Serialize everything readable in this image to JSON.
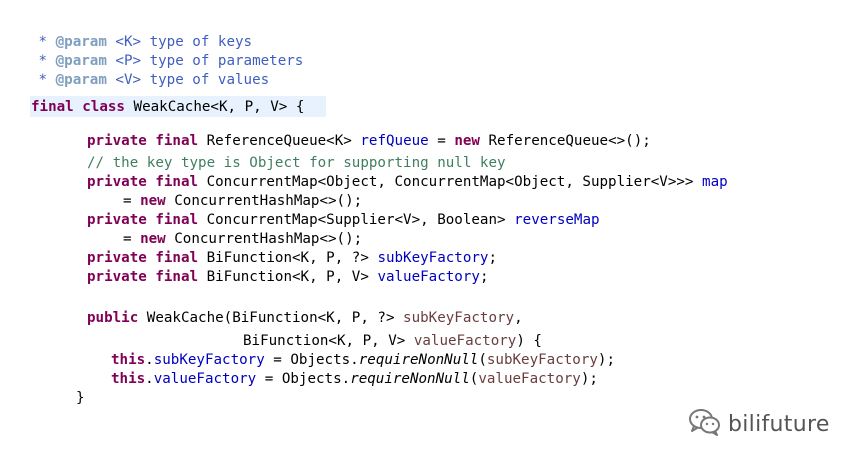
{
  "code": {
    "l1": {
      "star": " * ",
      "tag": "@param",
      "rest": " <K> type of keys"
    },
    "l2": {
      "star": " * ",
      "tag": "@param",
      "rest": " <P> type of parameters"
    },
    "l3": {
      "star": " * ",
      "tag": "@param",
      "rest": " <V> type of values"
    },
    "l4": {
      "kw1": "final",
      "kw2": "class",
      "rest": " WeakCache<K, P, V> {"
    },
    "l5": {
      "kw1": "private",
      "kw2": "final",
      "type": " ReferenceQueue<K> ",
      "field": "refQueue",
      "eq": " = ",
      "kw3": "new",
      "rest": " ReferenceQueue<>();"
    },
    "l6": {
      "comment": "// the key type is Object for supporting null key"
    },
    "l7": {
      "kw1": "private",
      "kw2": "final",
      "type": " ConcurrentMap<Object, ConcurrentMap<Object, Supplier<V>>> ",
      "field": "map"
    },
    "l8": {
      "eq": "= ",
      "kw3": "new",
      "rest": " ConcurrentHashMap<>();"
    },
    "l9": {
      "kw1": "private",
      "kw2": "final",
      "type": " ConcurrentMap<Supplier<V>, Boolean> ",
      "field": "reverseMap"
    },
    "l10": {
      "eq": "= ",
      "kw3": "new",
      "rest": " ConcurrentHashMap<>();"
    },
    "l11": {
      "kw1": "private",
      "kw2": "final",
      "type": " BiFunction<K, P, ?> ",
      "field": "subKeyFactory",
      "end": ";"
    },
    "l12": {
      "kw1": "private",
      "kw2": "final",
      "type": " BiFunction<K, P, V> ",
      "field": "valueFactory",
      "end": ";"
    },
    "l13": {
      "kw1": "public",
      "rest": " WeakCache(BiFunction<K, P, ?> ",
      "param": "subKeyFactory",
      "end": ","
    },
    "l14": {
      "rest": "BiFunction<K, P, V> ",
      "param": "valueFactory",
      "end": ") {"
    },
    "l15": {
      "kw": "this",
      "dot": ".",
      "field": "subKeyFactory",
      "mid": " = Objects.",
      "method": "requireNonNull",
      "open": "(",
      "param": "subKeyFactory",
      "close": ");"
    },
    "l16": {
      "kw": "this",
      "dot": ".",
      "field": "valueFactory",
      "mid": " = Objects.",
      "method": "requireNonNull",
      "open": "(",
      "param": "valueFactory",
      "close": ");"
    },
    "l17": {
      "brace": "}"
    }
  },
  "watermark": {
    "text": "bilifuture",
    "icon": "wechat-icon"
  }
}
